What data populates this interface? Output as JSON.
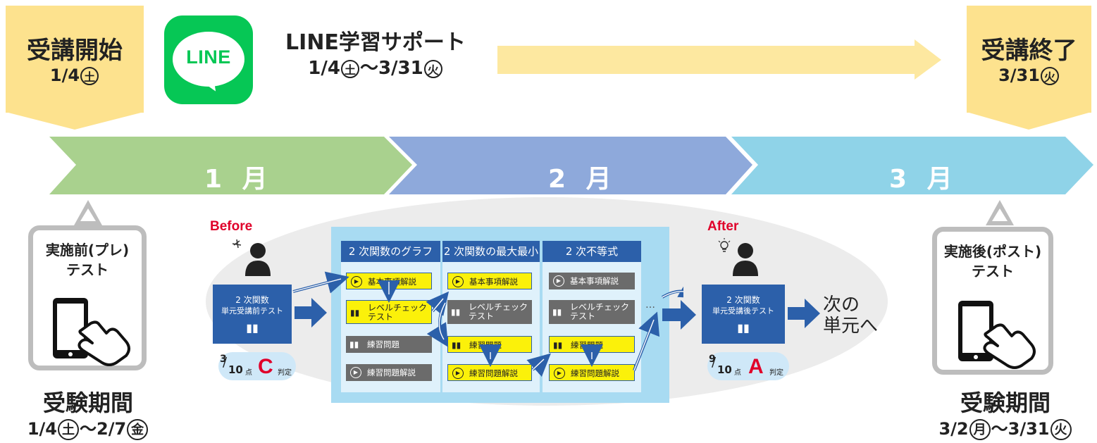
{
  "start": {
    "title": "受講開始",
    "date": "1/4",
    "dow": "土"
  },
  "end": {
    "title": "受講終了",
    "date": "3/31",
    "dow": "火"
  },
  "line_logo_text": "LINE",
  "line_support": {
    "title": "LINE学習サポート",
    "from": "1/4",
    "from_dow": "土",
    "sep": "〜",
    "to": "3/31",
    "to_dow": "火"
  },
  "months": [
    "1 月",
    "2 月",
    "3 月"
  ],
  "months_colors": [
    "#a9d18e",
    "#8ea9db",
    "#8fd3e8"
  ],
  "pre_test": {
    "line1": "実施前(プレ)",
    "line2": "テスト"
  },
  "post_test": {
    "line1": "実施後(ポスト)",
    "line2": "テスト"
  },
  "exam_left": {
    "title": "受験期間",
    "from": "1/4",
    "from_dow": "土",
    "sep": "〜",
    "to": "2/7",
    "to_dow": "金"
  },
  "exam_right": {
    "title": "受験期間",
    "from": "3/2",
    "from_dow": "月",
    "sep": "〜",
    "to": "3/31",
    "to_dow": "火"
  },
  "before": {
    "label": "Before",
    "box_line1": "2 次関数",
    "box_line2": "単元受講前テスト",
    "score_num": "3",
    "score_den": "10",
    "unit": "点",
    "grade": "C",
    "judge": "判定"
  },
  "after": {
    "label": "After",
    "box_line1": "2 次関数",
    "box_line2": "単元受講後テスト",
    "score_num": "9",
    "score_den": "10",
    "unit": "点",
    "grade": "A",
    "judge": "判定"
  },
  "columns": [
    {
      "head": "2 次関数のグラフ",
      "items": [
        {
          "label": "基本事項解説",
          "icon": "play-icon",
          "state": "done"
        },
        {
          "label": "レベルチェック\nテスト",
          "icon": "book-icon",
          "state": "done"
        },
        {
          "label": "練習問題",
          "icon": "book-icon",
          "state": "skip"
        },
        {
          "label": "練習問題解説",
          "icon": "play-icon",
          "state": "skip"
        }
      ]
    },
    {
      "head": "2 次関数の最大最小",
      "items": [
        {
          "label": "基本事項解説",
          "icon": "play-icon",
          "state": "done"
        },
        {
          "label": "レベルチェック\nテスト",
          "icon": "book-icon",
          "state": "skip"
        },
        {
          "label": "練習問題",
          "icon": "book-icon",
          "state": "done"
        },
        {
          "label": "練習問題解説",
          "icon": "play-icon",
          "state": "done"
        }
      ]
    },
    {
      "head": "2 次不等式",
      "items": [
        {
          "label": "基本事項解説",
          "icon": "play-icon",
          "state": "skip"
        },
        {
          "label": "レベルチェック\nテスト",
          "icon": "book-icon",
          "state": "skip"
        },
        {
          "label": "練習問題",
          "icon": "book-icon",
          "state": "done"
        },
        {
          "label": "練習問題解説",
          "icon": "play-icon",
          "state": "done"
        }
      ]
    }
  ],
  "ellipsis": "…",
  "next_unit": {
    "line1": "次の",
    "line2": "単元へ"
  },
  "colors": {
    "flag": "#fde28e",
    "line_green": "#06c755",
    "navy": "#2c60aa",
    "highlight": "#fbf10a",
    "grey_item": "#6b6b6b",
    "accent_red": "#e0002a",
    "panel": "#a8dbf2",
    "support_arrow": "#fde8a0"
  }
}
